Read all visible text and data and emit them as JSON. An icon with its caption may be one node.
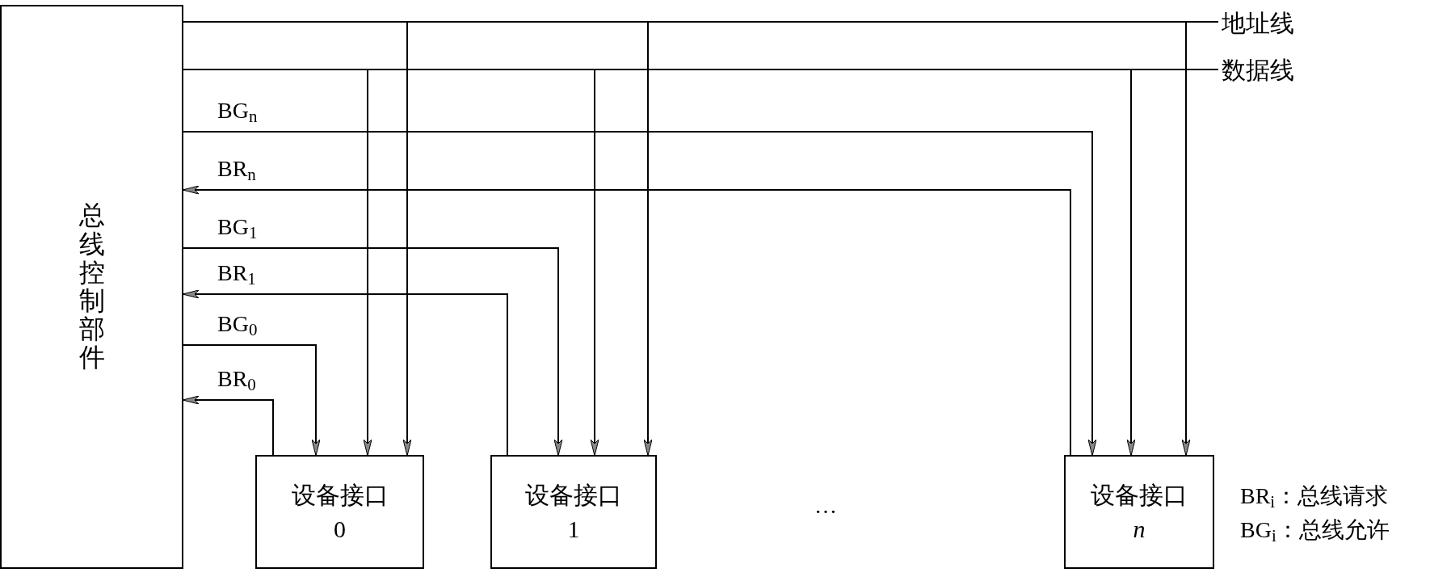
{
  "diagram": {
    "nodes": [
      {
        "text": [
          "总线控制部件"
        ]
      },
      {
        "text": [
          "地址线"
        ]
      },
      {
        "text": [
          "数据线"
        ]
      },
      {
        "text": [
          "设备接口",
          "0"
        ]
      },
      {
        "text": [
          "设备接口",
          "1"
        ]
      },
      {
        "text": [
          "设备接口",
          "n"
        ]
      }
    ],
    "edges": [
      {
        "from": 0,
        "to": 1,
        "arrow": "none"
      },
      {
        "from": 0,
        "to": 2,
        "arrow": "none"
      },
      {
        "from": 0,
        "to": 3,
        "arrow": "to"
      },
      {
        "from": 0,
        "to": 4,
        "arrow": "to"
      },
      {
        "from": 0,
        "to": 5,
        "arrow": "to"
      },
      {
        "from": 0,
        "to": 3,
        "arrow": "to"
      },
      {
        "from": 0,
        "to": 4,
        "arrow": "to"
      },
      {
        "from": 0,
        "to": 5,
        "arrow": "to"
      },
      {
        "from": 0,
        "to": 5,
        "arrow": "to",
        "label": "BG$_{n}$"
      },
      {
        "from": 5,
        "to": 0,
        "arrow": "to",
        "label": "BR$_{n}$"
      },
      {
        "from": 0,
        "to": 4,
        "arrow": "to",
        "label": "BG$_{1}$"
      },
      {
        "from": 4,
        "to": 0,
        "arrow": "to",
        "label": "BR$_{1}$"
      },
      {
        "from": 0,
        "to": 3,
        "arrow": "to",
        "label": "BG$_{0}$"
      },
      {
        "from": 3,
        "to": 0,
        "arrow": "to",
        "label": "BR$_{0}$"
      }
    ],
    "labels": [
      "…",
      "BR$_{i}$：总线请求",
      "BG$_{i}$：总线允许"
    ]
  }
}
